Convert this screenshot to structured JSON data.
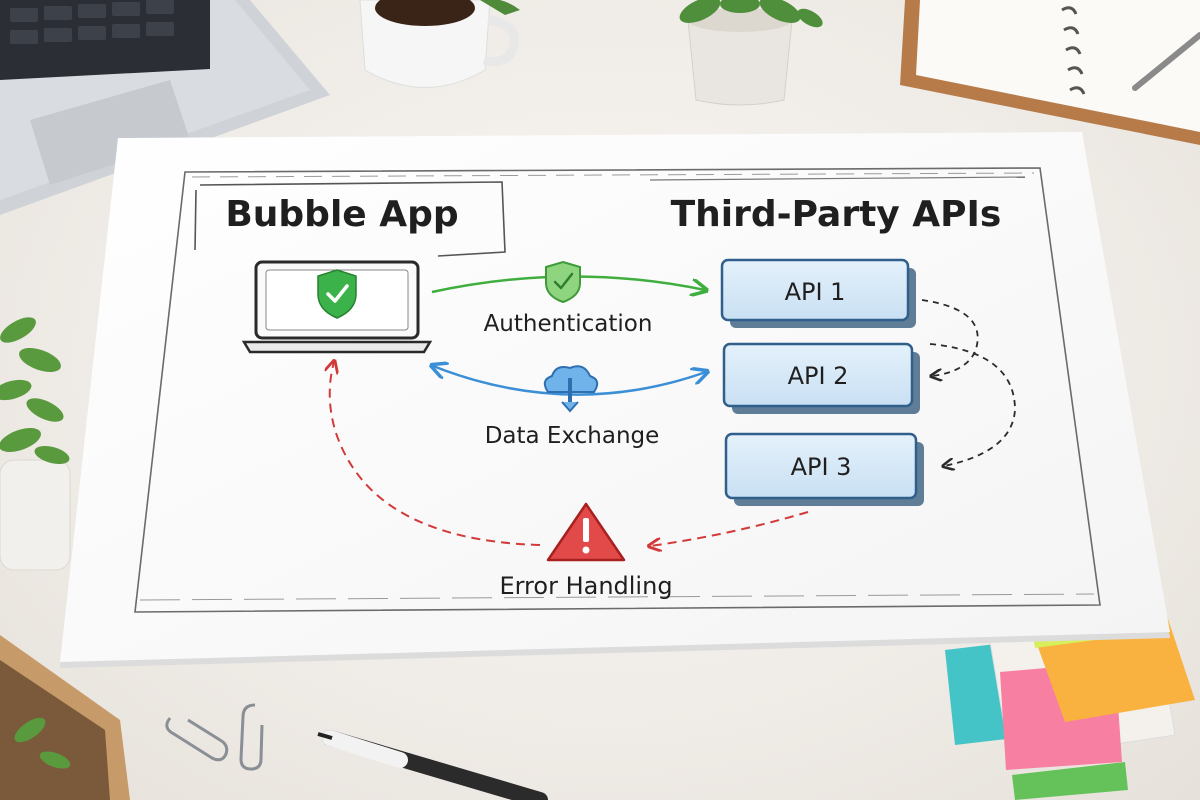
{
  "diagram": {
    "left_panel_title": "Bubble App",
    "right_panel_title": "Third-Party APIs",
    "apis": [
      {
        "label": "API 1"
      },
      {
        "label": "API 2"
      },
      {
        "label": "API 3"
      }
    ],
    "flows": {
      "authentication": "Authentication",
      "data_exchange": "Data Exchange",
      "error_handling": "Error Handling"
    }
  },
  "colors": {
    "auth_arrow": "#3fae3f",
    "data_arrow": "#3b8fd6",
    "error_arrow": "#d23a3a",
    "api_box_fill": "#d6e9f8",
    "api_box_border": "#2f5f8a",
    "shield_green": "#3cb34a"
  },
  "icons": {
    "laptop": "laptop-shield-icon",
    "auth": "shield-check-icon",
    "data": "cloud-transfer-icon",
    "error": "warning-triangle-icon"
  }
}
